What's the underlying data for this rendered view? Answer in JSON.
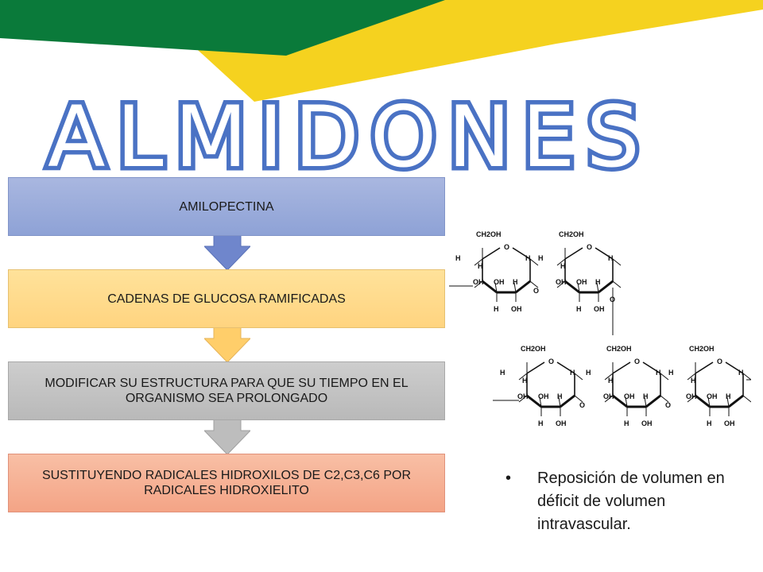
{
  "title": "ALMIDONES",
  "colors": {
    "banner_green": "#0a7a3a",
    "banner_yellow": "#f5d21f",
    "title_blue": "#4a72c4"
  },
  "process_steps": [
    {
      "label": "AMILOPECTINA",
      "color": "#98aad9"
    },
    {
      "label": "CADENAS DE GLUCOSA RAMIFICADAS",
      "color": "#ffd98a"
    },
    {
      "label": "MODIFICAR SU ESTRUCTURA PARA QUE SU TIEMPO EN EL ORGANISMO SEA PROLONGADO",
      "color": "#c3c3c3"
    },
    {
      "label": "SUSTITUYENDO RADICALES HIDROXILOS DE C2,C3,C6 POR RADICALES HIDROXIELITO",
      "color": "#f6b093"
    }
  ],
  "structure_labels": {
    "ch2oh": "CH2OH",
    "o": "O",
    "h": "H",
    "oh": "OH"
  },
  "bullets": [
    {
      "symbol": "•",
      "text": "Reposición de volumen en déficit de volumen intravascular."
    }
  ]
}
